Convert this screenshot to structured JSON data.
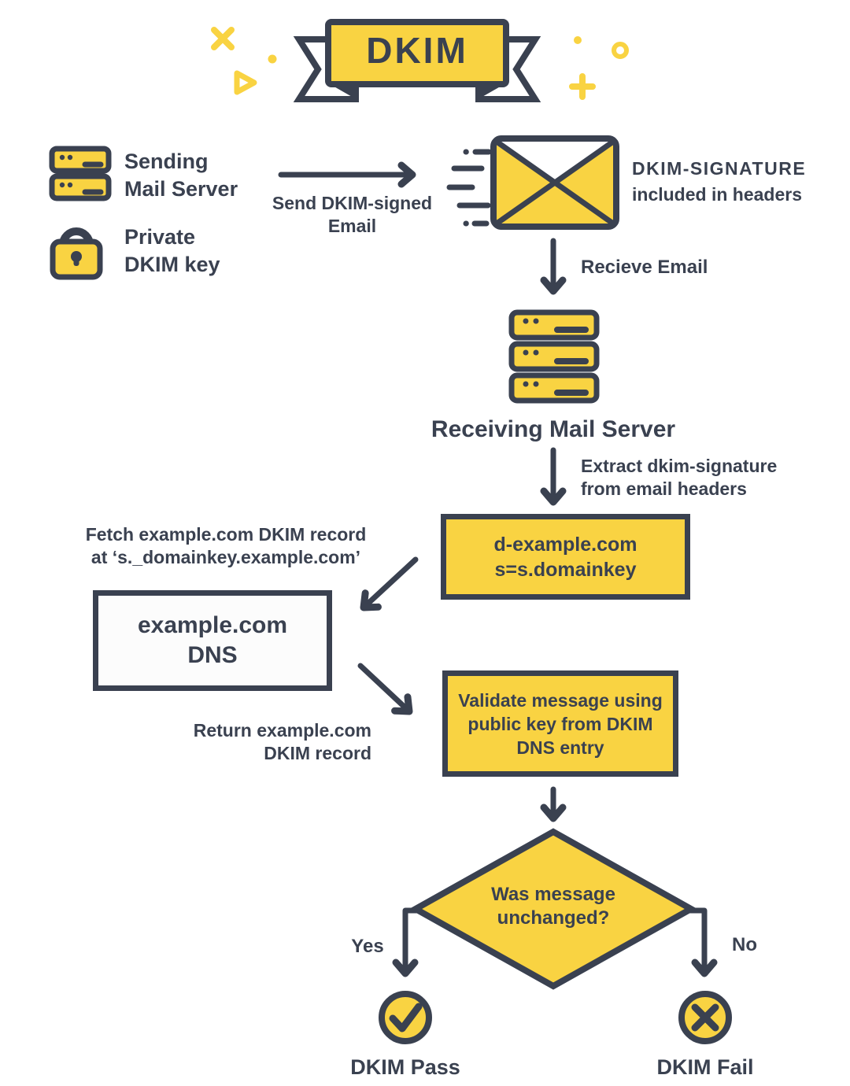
{
  "colors": {
    "yellow": "#F9D342",
    "dark": "#3A4150",
    "paper": "#FFFFFF",
    "boxwhite": "#FCFCFC"
  },
  "banner": {
    "title": "DKIM"
  },
  "sender": {
    "server_line1": "Sending",
    "server_line2": "Mail Server",
    "key_line1": "Private",
    "key_line2": "DKIM key"
  },
  "send_arrow": {
    "line1": "Send DKIM-signed",
    "line2": "Email"
  },
  "signature_note": {
    "line1": "DKIM-SIGNATURE",
    "line2": "included in headers"
  },
  "receive_arrow": {
    "label": "Recieve Email"
  },
  "receiving_server": {
    "label": "Receiving Mail Server"
  },
  "extract_note": {
    "line1": "Extract dkim-signature",
    "line2": "from email headers"
  },
  "record_box": {
    "line1": "d-example.com",
    "line2": "s=s.domainkey"
  },
  "fetch_note": {
    "line1": "Fetch example.com DKIM record",
    "line2": "at  ‘s._domainkey.example.com’"
  },
  "dns_box": {
    "line1": "example.com",
    "line2": "DNS"
  },
  "return_note": {
    "line1": "Return example.com",
    "line2": "DKIM record"
  },
  "validate_box": {
    "line1": "Validate message using",
    "line2": "public key from DKIM",
    "line3": "DNS entry"
  },
  "decision": {
    "line1": "Was message",
    "line2": "unchanged?"
  },
  "branches": {
    "yes": "Yes",
    "no": "No",
    "pass": "DKIM Pass",
    "fail": "DKIM Fail"
  },
  "icons": {
    "sending_server": "server-stack-icon",
    "private_key": "lock-icon",
    "email": "envelope-icon",
    "receiving_server": "server-stack-icon",
    "pass": "check-circle-icon",
    "fail": "x-circle-icon"
  }
}
